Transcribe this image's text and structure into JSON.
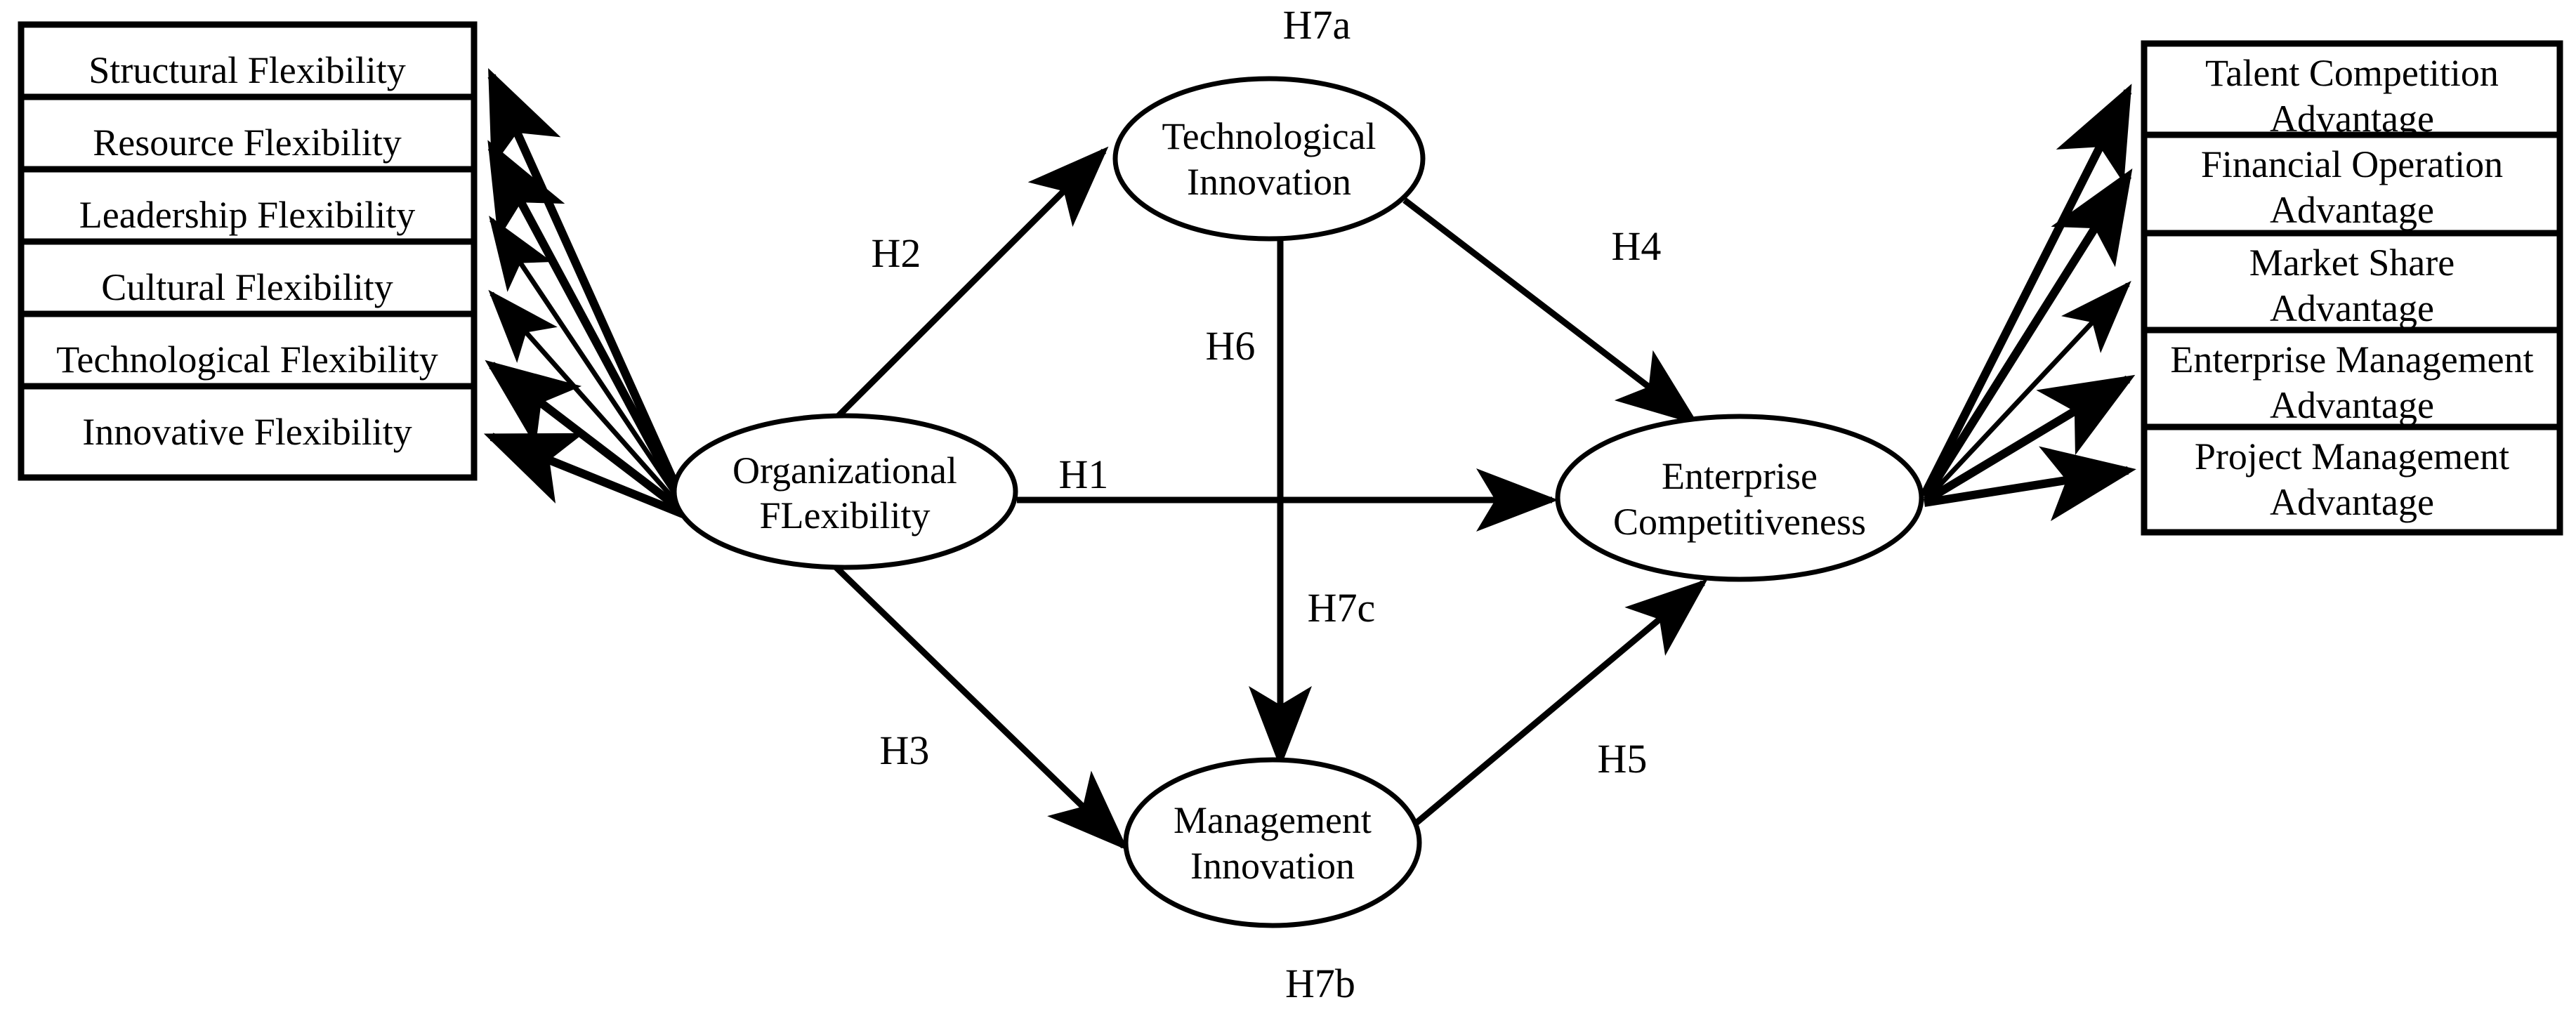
{
  "diagram": {
    "title": "Organizational Flexibility and Enterprise Competitiveness Research Model",
    "colors": {
      "stroke": "#000000",
      "fill": "#ffffff",
      "text": "#000000"
    },
    "left_boxes": [
      {
        "id": "structural-flexibility",
        "label": "Structural Flexibility"
      },
      {
        "id": "resource-flexibility",
        "label": "Resource Flexibility"
      },
      {
        "id": "leadership-flexibility",
        "label": "Leadership Flexibility"
      },
      {
        "id": "cultural-flexibility",
        "label": "Cultural Flexibility"
      },
      {
        "id": "technological-flexibility",
        "label": "Technological Flexibility"
      },
      {
        "id": "innovative-flexibility",
        "label": "Innovative Flexibility"
      }
    ],
    "right_boxes": [
      {
        "id": "talent-competition-advantage",
        "line1": "Talent Competition",
        "line2": "Advantage"
      },
      {
        "id": "financial-operation-advantage",
        "line1": "Financial Operation",
        "line2": "Advantage"
      },
      {
        "id": "market-share-advantage",
        "line1": "Market Share",
        "line2": "Advantage"
      },
      {
        "id": "enterprise-management-advantage",
        "line1": "Enterprise Management",
        "line2": "Advantage"
      },
      {
        "id": "project-management-advantage",
        "line1": "Project Management",
        "line2": "Advantage"
      }
    ],
    "ellipses": [
      {
        "id": "organizational-flexibility",
        "line1": "Organizational",
        "line2": "FLexibility"
      },
      {
        "id": "technological-innovation",
        "line1": "Technological",
        "line2": "Innovation"
      },
      {
        "id": "management-innovation",
        "line1": "Management",
        "line2": "Innovation"
      },
      {
        "id": "enterprise-competitiveness",
        "line1": "Enterprise",
        "line2": "Competitiveness"
      }
    ],
    "hypotheses": [
      {
        "id": "h7a",
        "label": "H7a",
        "from": "",
        "to": "technological-innovation"
      },
      {
        "id": "h2",
        "label": "H2",
        "from": "organizational-flexibility",
        "to": "technological-innovation"
      },
      {
        "id": "h6",
        "label": "H6",
        "from": "technological-innovation",
        "to": "management-innovation"
      },
      {
        "id": "h1",
        "label": "H1",
        "from": "organizational-flexibility",
        "to": "enterprise-competitiveness"
      },
      {
        "id": "h4",
        "label": "H4",
        "from": "technological-innovation",
        "to": "enterprise-competitiveness"
      },
      {
        "id": "h7c",
        "label": "H7c",
        "from": "",
        "to": ""
      },
      {
        "id": "h3",
        "label": "H3",
        "from": "organizational-flexibility",
        "to": "management-innovation"
      },
      {
        "id": "h5",
        "label": "H5",
        "from": "management-innovation",
        "to": "enterprise-competitiveness"
      },
      {
        "id": "h7b",
        "label": "H7b",
        "from": "",
        "to": "management-innovation"
      }
    ]
  }
}
